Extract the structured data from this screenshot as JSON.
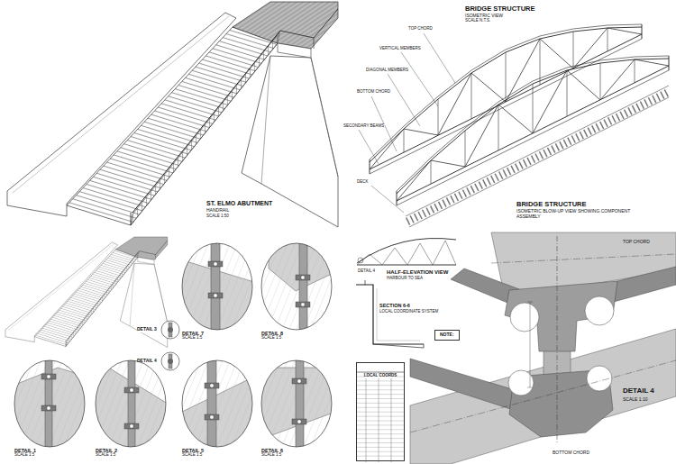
{
  "diagram": {
    "nodes": [
      {
        "text": [
          "DETAIL 3"
        ]
      },
      {
        "text": [
          "DETAIL 7",
          "SCALE 1:5"
        ]
      },
      {
        "text": [
          "DETAIL 8",
          "SCALE 1:5"
        ]
      },
      {
        "text": [
          "DETAIL 4"
        ]
      },
      {
        "text": [
          "DETAIL 1",
          "SCALE 1:5"
        ]
      },
      {
        "text": [
          "DETAIL 2",
          "SCALE 1:5"
        ]
      },
      {
        "text": [
          "DETAIL 5",
          "SCALE 1:5"
        ]
      },
      {
        "text": [
          "DETAIL 6",
          "SCALE 1:5"
        ]
      },
      {
        "text": [
          "NOTE:"
        ]
      },
      {
        "text": [
          "LOCAL COORDS"
        ]
      }
    ],
    "labels": [
      "ST. ELMO ABUTMENT",
      "HANDRAIL",
      "SCALE 1:50",
      "BRIDGE STRUCTURE",
      "ISOMETRIC VIEW",
      "SCALE N.T.S.",
      "TOP CHORD",
      "VERTICAL MEMBERS",
      "DIAGONAL MEMBERS",
      "BOTTOM CHORD",
      "SECONDARY BEAMS",
      "DECK",
      "BRIDGE STRUCTURE",
      "ISOMETRIC BLOW-UP VIEW SHOWING COMPONENT ASSEMBLY",
      "HALF-ELEVATION VIEW",
      "HARBOUR TO SEA",
      "SECTION 6-6",
      "LOCAL COORDINATE SYSTEM",
      "DETAIL 4",
      "DETAIL 4",
      "SCALE 1:10",
      "TOP CHORD",
      "BOTTOM CHORD"
    ]
  }
}
